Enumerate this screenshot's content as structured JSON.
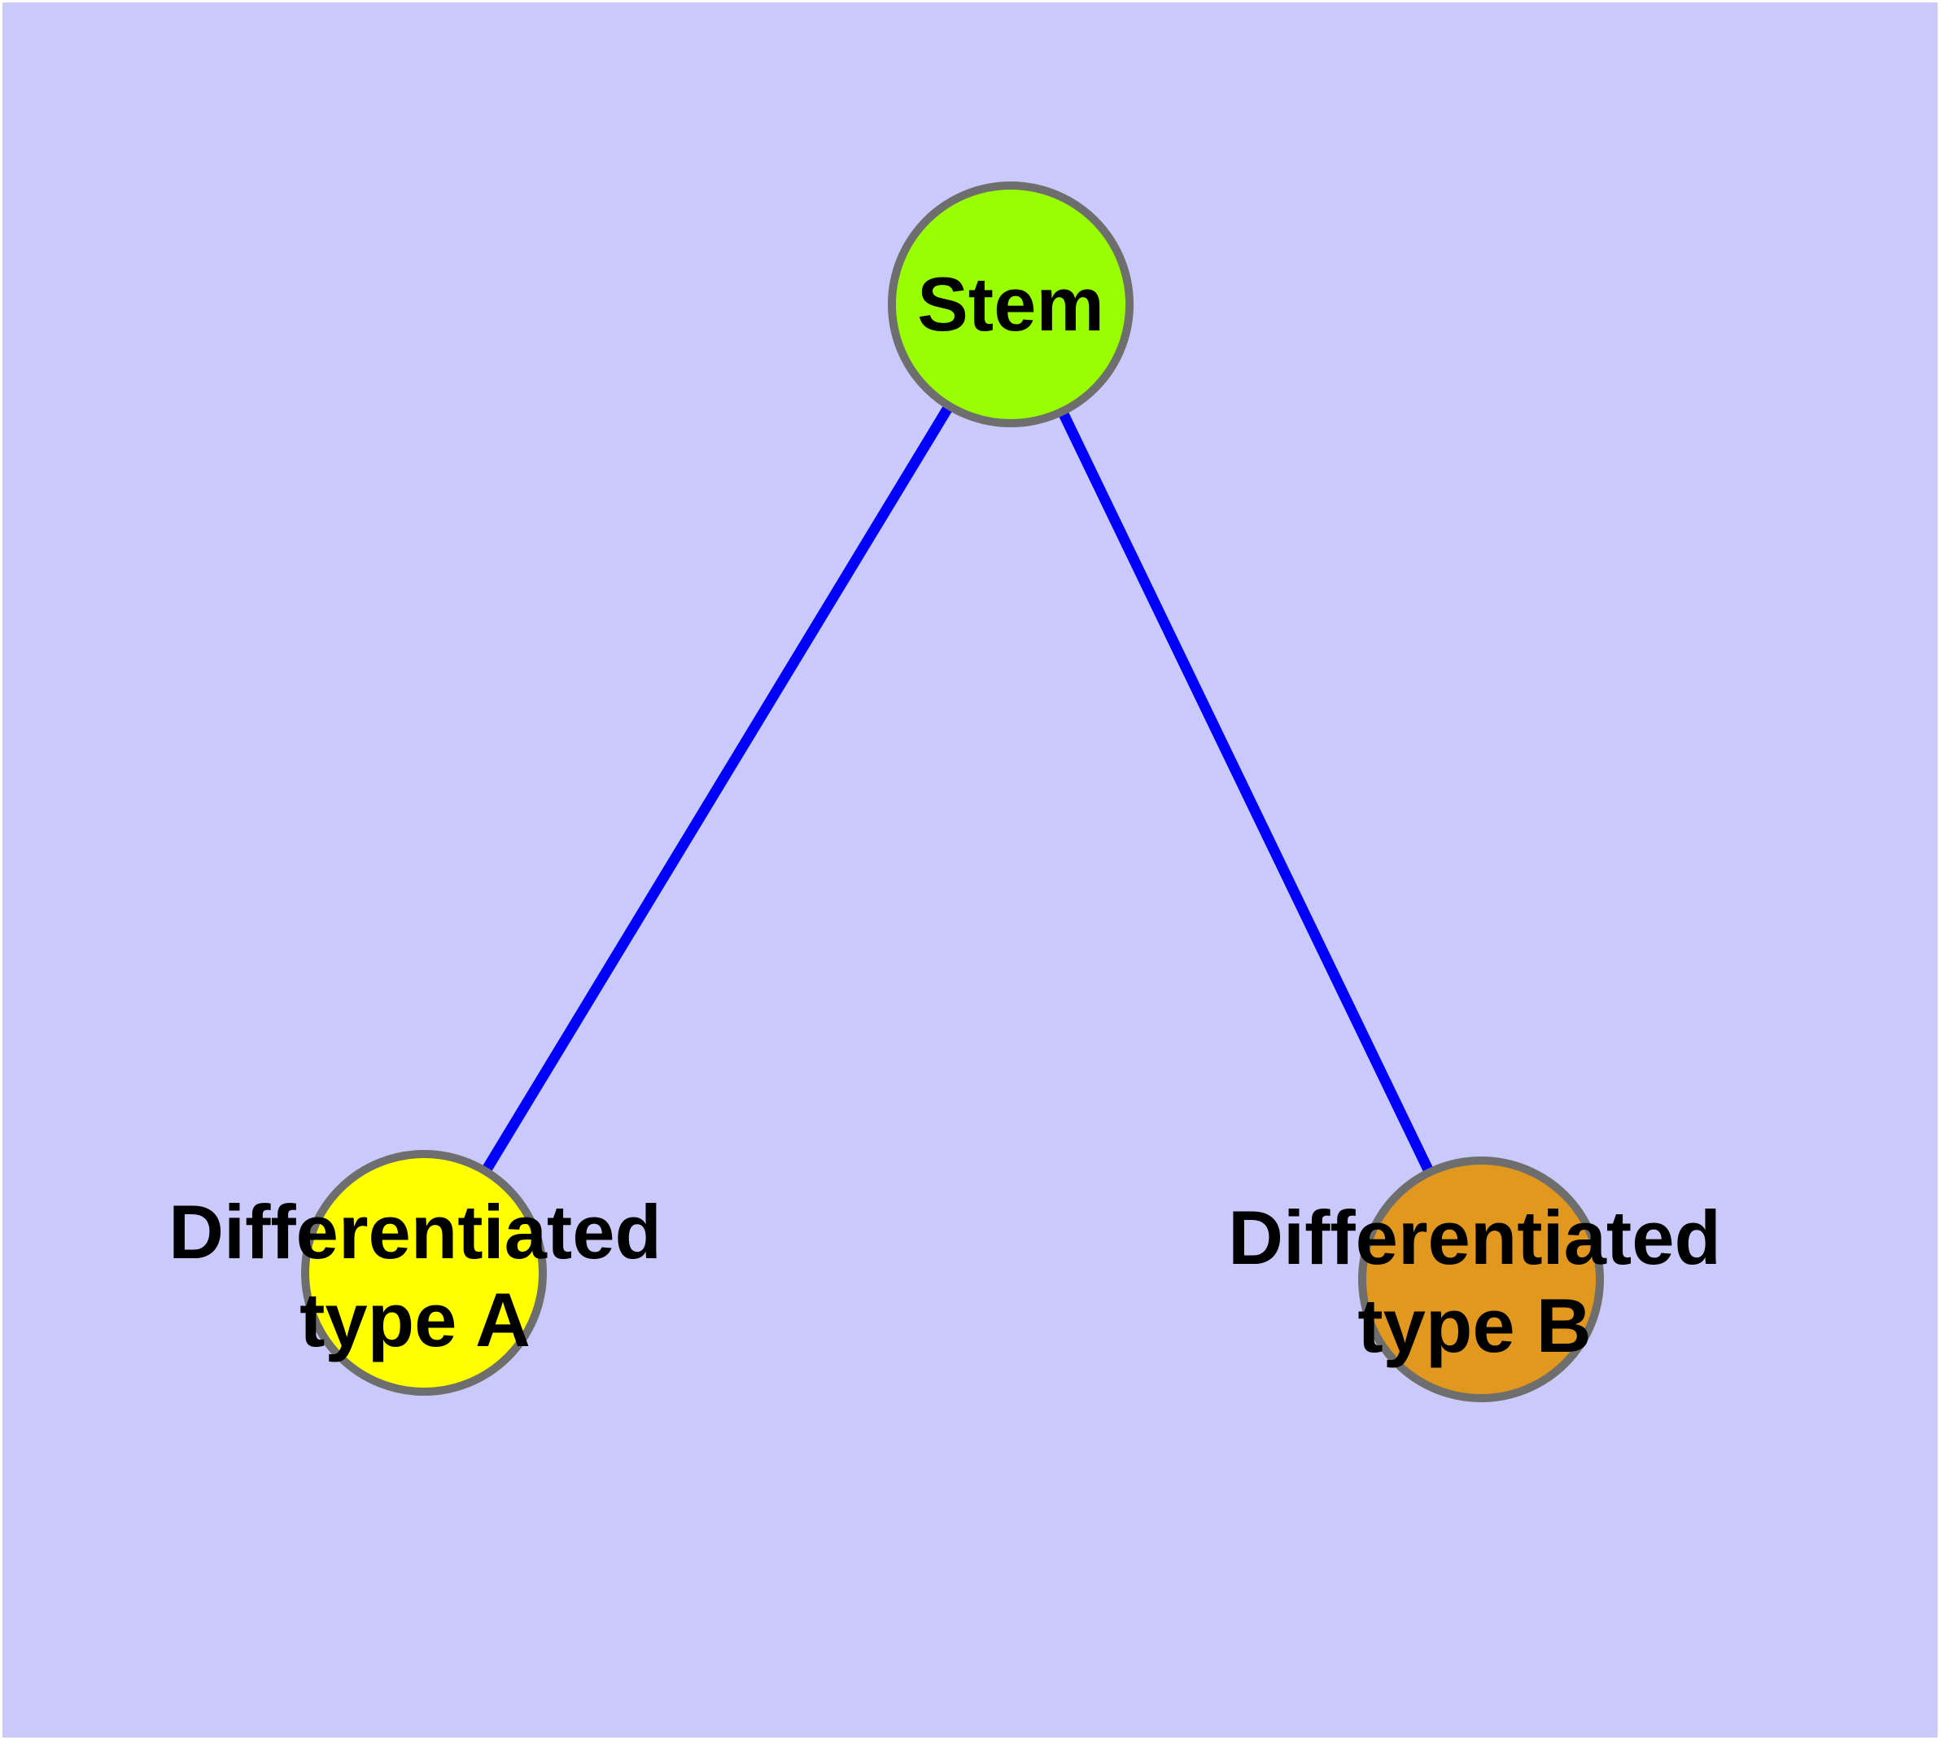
{
  "diagram": {
    "type": "graph",
    "background_color": "#CACAFA",
    "edge_color": "#0000FA",
    "node_border_color": "#6E6E6E",
    "label_color": "#000000",
    "nodes": [
      {
        "id": "stem",
        "label": "Stem",
        "fill": "#9AFE02"
      },
      {
        "id": "diff-a",
        "label": "Differentiated\ntype A",
        "fill": "#FFFF00"
      },
      {
        "id": "diff-b",
        "label": "Differentiated\ntype B",
        "fill": "#E2971F"
      }
    ],
    "edges": [
      {
        "from": "stem",
        "to": "diff-a"
      },
      {
        "from": "stem",
        "to": "diff-b"
      }
    ]
  }
}
